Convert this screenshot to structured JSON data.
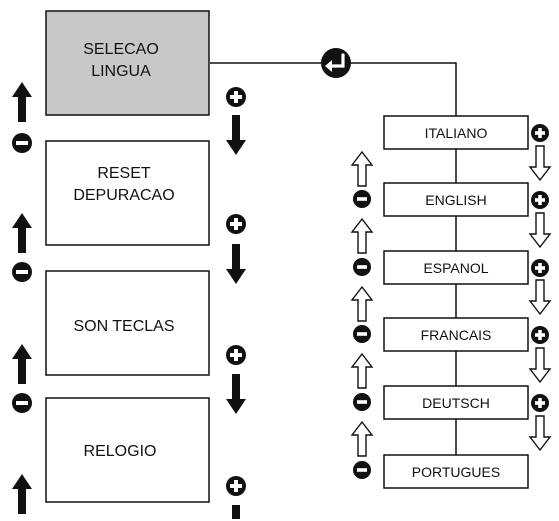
{
  "menu": {
    "items": [
      {
        "lines": [
          "SELECAO",
          "LINGUA"
        ],
        "selected": true
      },
      {
        "lines": [
          "RESET",
          "DEPURACAO"
        ],
        "selected": false
      },
      {
        "lines": [
          "SON TECLAS"
        ],
        "selected": false
      },
      {
        "lines": [
          "RELOGIO"
        ],
        "selected": false
      }
    ]
  },
  "languages": {
    "items": [
      "ITALIANO",
      "ENGLISH",
      "ESPANOL",
      "FRANCAIS",
      "DEUTSCH",
      "PORTUGUES"
    ]
  },
  "icons": {
    "plus": "plus-circle-icon",
    "minus": "minus-circle-icon",
    "arrow_up": "arrow-up-icon",
    "arrow_down": "arrow-down-icon",
    "arrow_up_outline": "arrow-up-outline-icon",
    "arrow_down_outline": "arrow-down-outline-icon",
    "enter": "enter-icon"
  },
  "colors": {
    "selected_fill": "#c8c8c8",
    "box_fill": "#ffffff",
    "stroke": "#111111"
  }
}
